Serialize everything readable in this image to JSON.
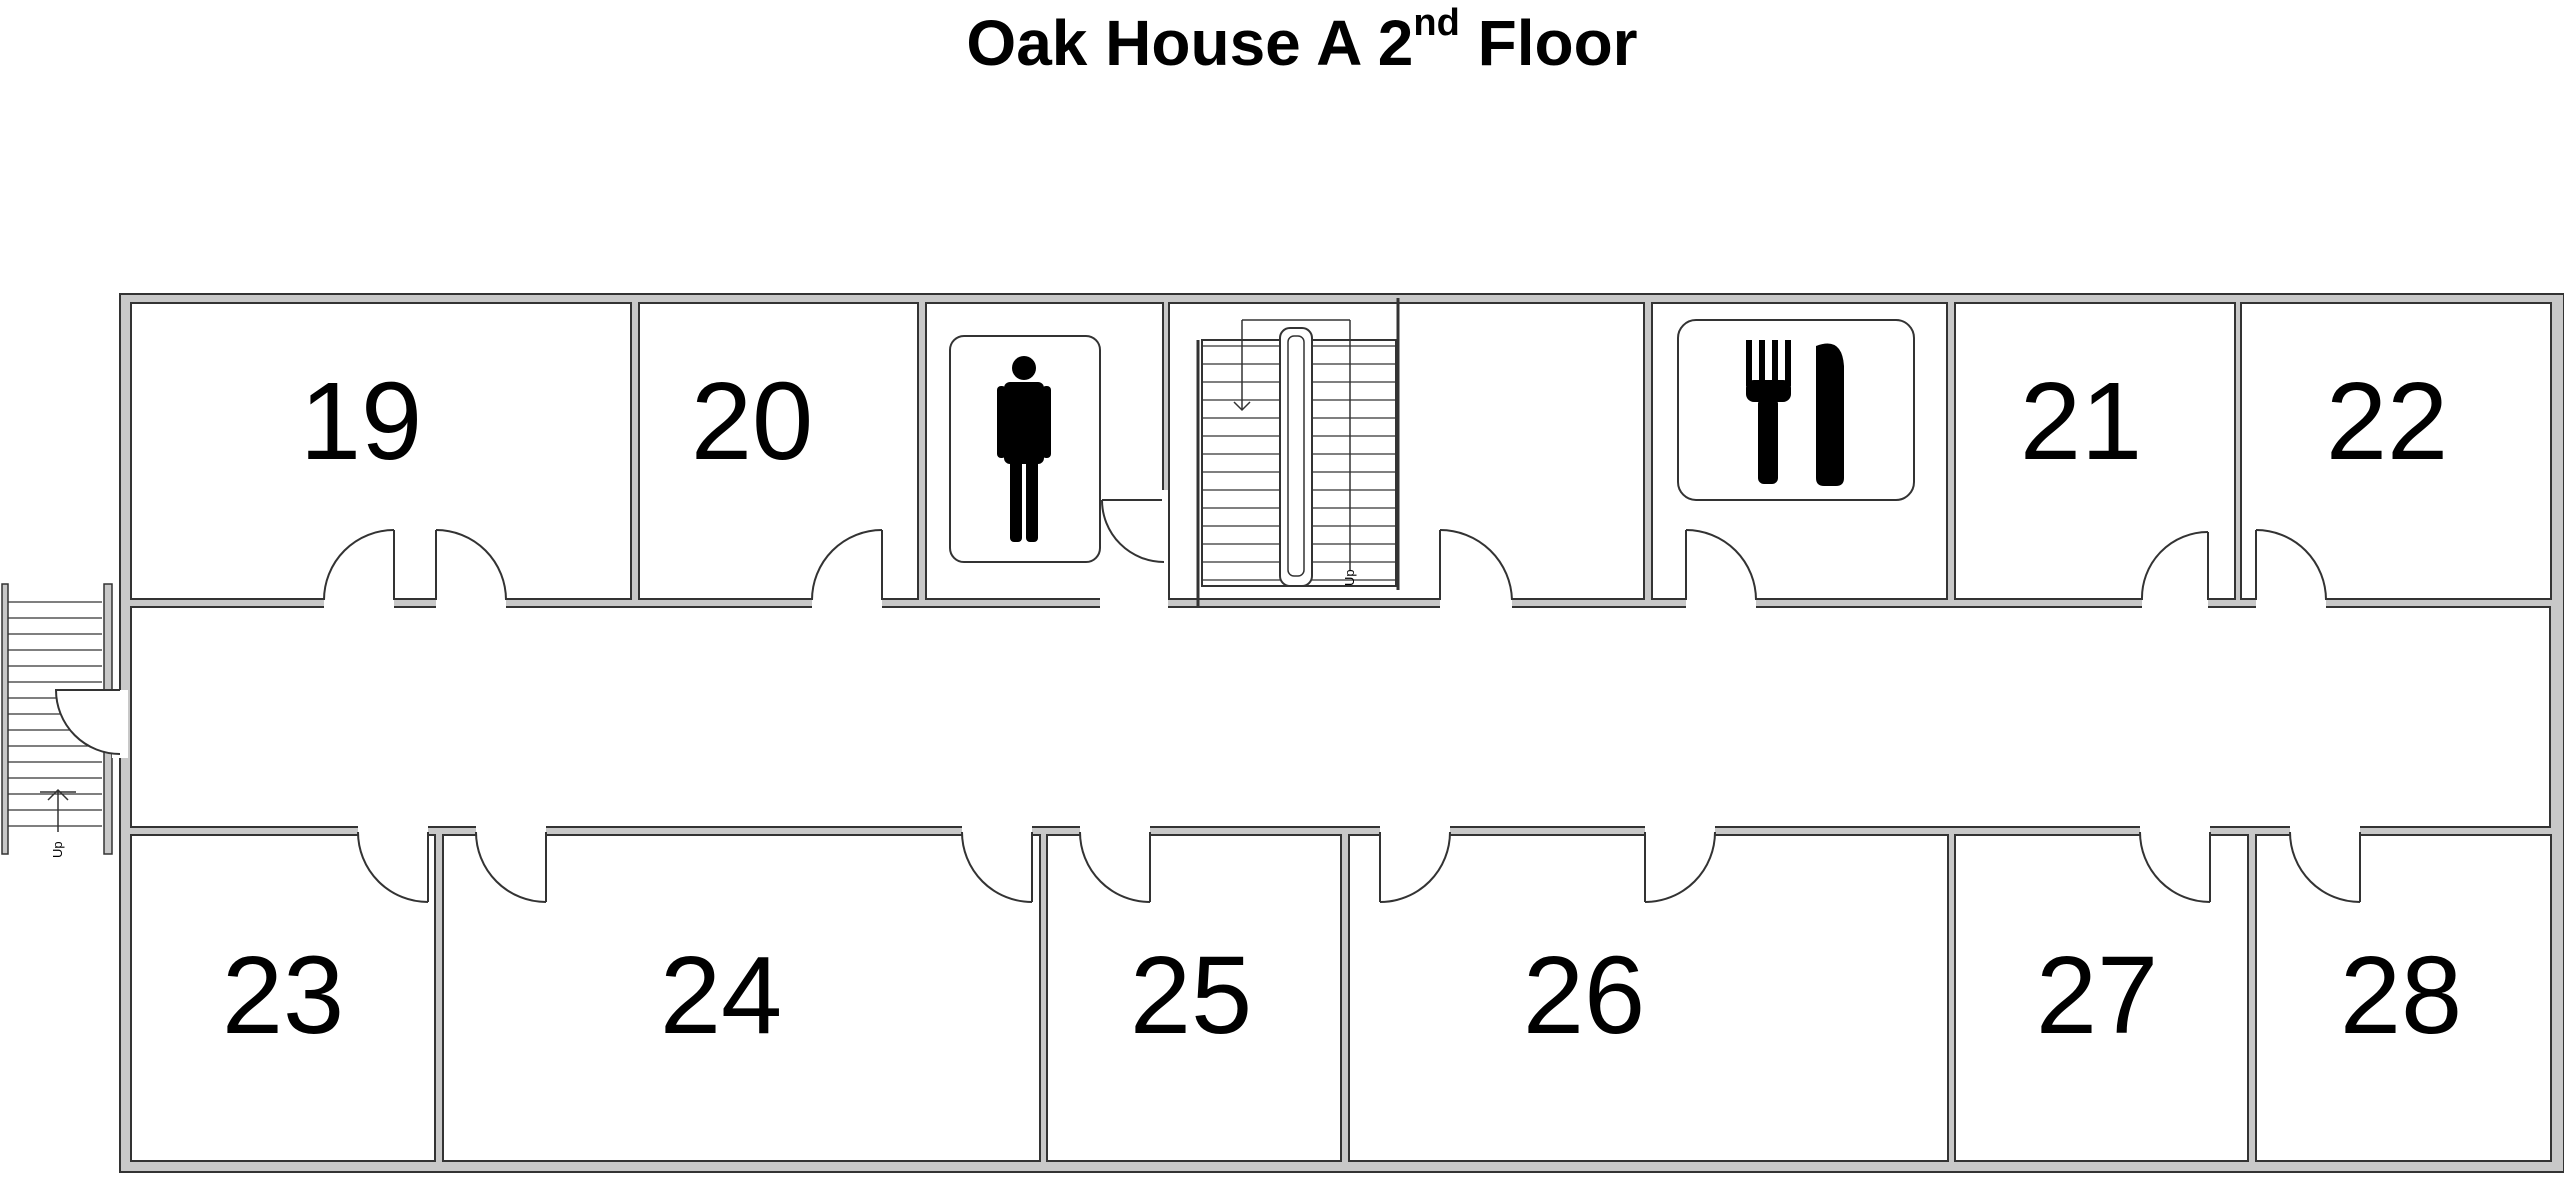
{
  "title": {
    "main": "Oak House A 2",
    "superscript": "nd",
    "suffix": " Floor"
  },
  "rooms": {
    "r19": "19",
    "r20": "20",
    "r21": "21",
    "r22": "22",
    "r23": "23",
    "r24": "24",
    "r25": "25",
    "r26": "26",
    "r27": "27",
    "r28": "28"
  },
  "stairs": {
    "up_label": "Up"
  },
  "icons": {
    "restroom": "male-restroom-icon",
    "dining": "fork-knife-icon",
    "stairs": "stairs-icon"
  },
  "colors": {
    "wall": "#c8c8c8",
    "outline": "#333333",
    "room_fill": "#ffffff",
    "ink": "#000000"
  }
}
